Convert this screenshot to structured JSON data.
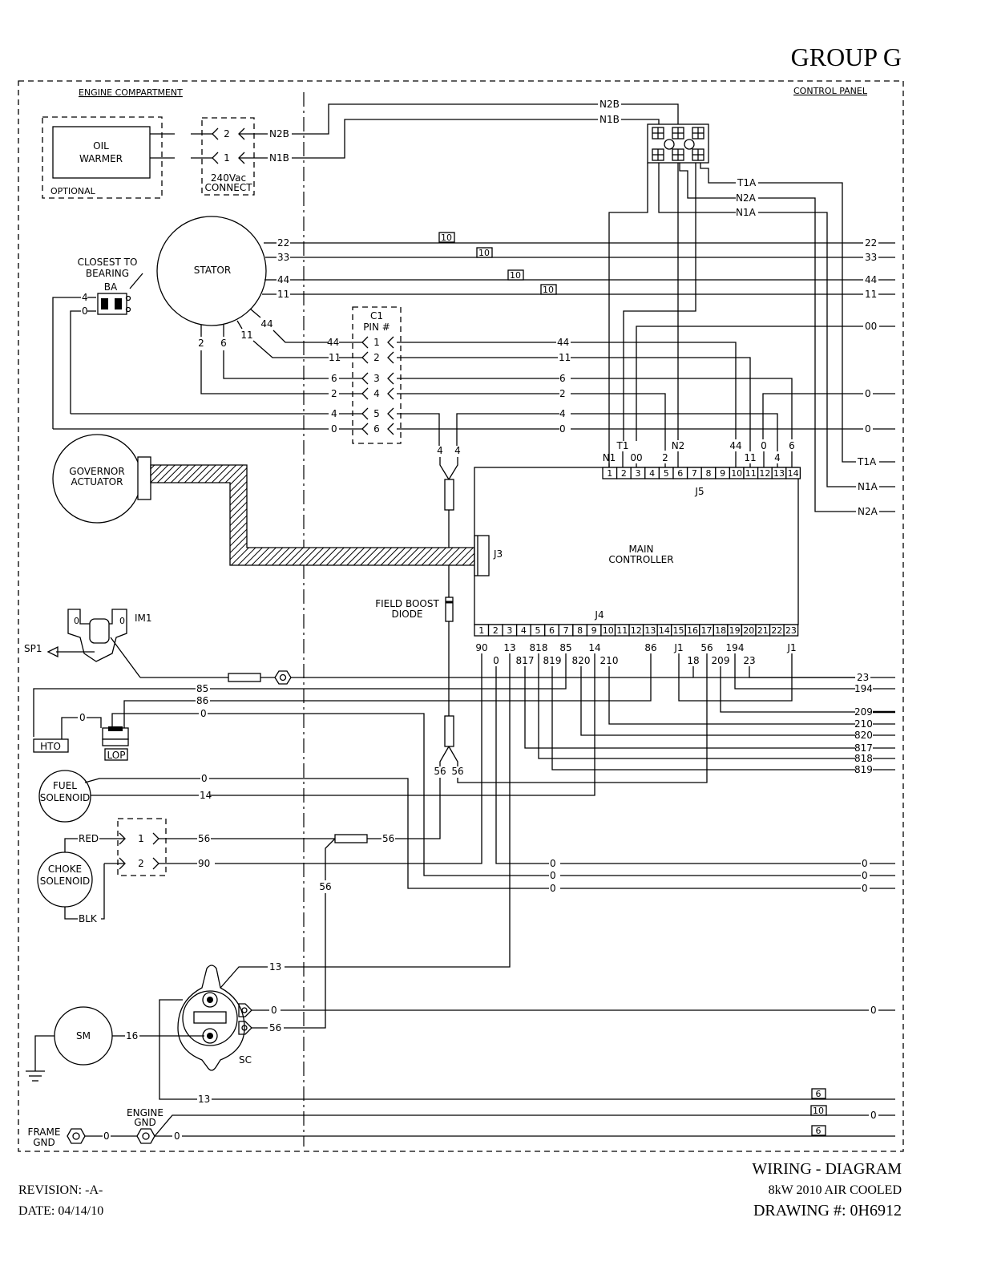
{
  "header": {
    "group": "GROUP G"
  },
  "areas": {
    "engine": "ENGINE COMPARTMENT",
    "control": "CONTROL PANEL"
  },
  "components": {
    "oil_warmer_1": "OIL",
    "oil_warmer_2": "WARMER",
    "optional": "OPTIONAL",
    "connect_1": "240Vac",
    "connect_2": "CONNECT",
    "stator": "STATOR",
    "closest_1": "CLOSEST TO",
    "closest_2": "BEARING",
    "ba": "BA",
    "c1": "C1",
    "pin": "PIN #",
    "gov_1": "GOVERNOR",
    "gov_2": "ACTUATOR",
    "main_1": "MAIN",
    "main_2": "CONTROLLER",
    "j3": "J3",
    "j4": "J4",
    "j5": "J5",
    "fb_1": "FIELD BOOST",
    "fb_2": "DIODE",
    "im1": "IM1",
    "sp1": "SP1",
    "hto": "HTO",
    "lop": "LOP",
    "fuel_1": "FUEL",
    "fuel_2": "SOLENOID",
    "choke_1": "CHOKE",
    "choke_2": "SOLENOID",
    "red": "RED",
    "blk": "BLK",
    "sm": "SM",
    "sc": "SC",
    "frame_1": "FRAME",
    "frame_2": "GND",
    "engine_1": "ENGINE",
    "engine_2": "GND"
  },
  "wires": {
    "n2b": "N2B",
    "n1b": "N1B",
    "t1a": "T1A",
    "n2a": "N2A",
    "n1a": "N1A",
    "w22": "22",
    "w33": "33",
    "w44": "44",
    "w11": "11",
    "w00": "00",
    "w0": "0",
    "w2": "2",
    "w4": "4",
    "w6": "6",
    "w10": "10",
    "w85": "85",
    "w86": "86",
    "w14": "14",
    "w56": "56",
    "w90": "90",
    "w13": "13",
    "w16": "16",
    "w23": "23",
    "w194": "194",
    "w209": "209",
    "w210": "210",
    "w820": "820",
    "w817": "817",
    "w818": "818",
    "w819": "819"
  },
  "j5_pins": [
    "1",
    "2",
    "3",
    "4",
    "5",
    "6",
    "7",
    "8",
    "9",
    "10",
    "11",
    "12",
    "13",
    "14"
  ],
  "j4_pins": [
    "1",
    "2",
    "3",
    "4",
    "5",
    "6",
    "7",
    "8",
    "9",
    "10",
    "11",
    "12",
    "13",
    "14",
    "15",
    "16",
    "17",
    "18",
    "19",
    "20",
    "21",
    "22",
    "23"
  ],
  "c1_pins": [
    "1",
    "2",
    "3",
    "4",
    "5",
    "6"
  ],
  "j5_labels": [
    "N1",
    "T1",
    "00",
    "2",
    "N2",
    "44",
    "11",
    "0",
    "4",
    "6"
  ],
  "j4_labels_top": [
    "90",
    "13",
    "818",
    "85",
    "14",
    "86",
    "J1",
    "56",
    "194",
    "J1"
  ],
  "j4_labels_bottom": [
    "0",
    "817",
    "819",
    "820",
    "210",
    "18",
    "209",
    "23"
  ],
  "title_block": {
    "title": "WIRING - DIAGRAM",
    "subtitle": "8kW 2010 AIR COOLED",
    "drawing": "DRAWING #: 0H6912",
    "revision": "REVISION: -A-",
    "date": "DATE: 04/14/10"
  }
}
